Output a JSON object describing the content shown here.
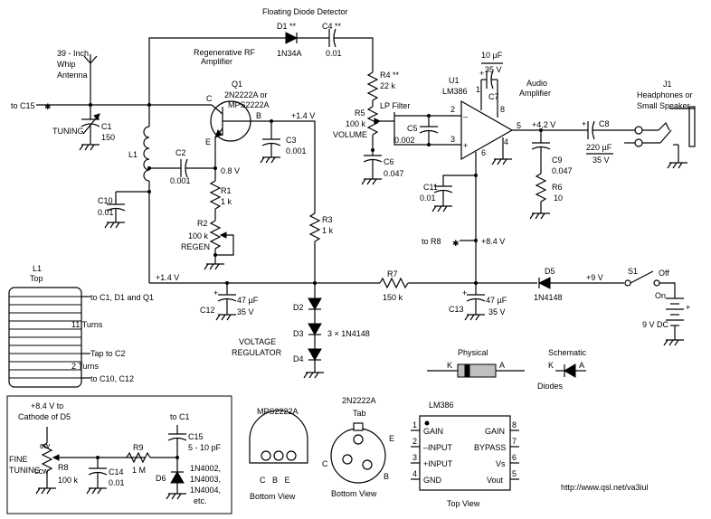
{
  "labels": {
    "floating_detector": "Floating Diode Detector",
    "regen_rf_amp_1": "Regenerative RF",
    "regen_rf_amp_2": "Amplifier",
    "antenna_1": "39 - Inch",
    "antenna_2": "Whip",
    "antenna_3": "Antenna",
    "to_c15": "to C15",
    "c1": "C1",
    "c1_val": "150",
    "tuning": "TUNING",
    "l1": "L1",
    "c10": "C10",
    "c10_val": "0.01",
    "d1": "D1 **",
    "d1_val": "1N34A",
    "c4": "C4 **",
    "c4_val": "0.01",
    "q1": "Q1",
    "q1_part_1": "2N2222A or",
    "q1_part_2": "MPS2222A",
    "pin_c": "C",
    "pin_b": "B",
    "pin_e": "E",
    "c2": "C2",
    "c2_val": "0.001",
    "v_emitter": "0.8 V",
    "r1": "R1",
    "r1_val": "1 k",
    "r2": "R2",
    "r2_val": "100 k",
    "regen": "REGEN",
    "v_base": "+1.4 V",
    "c3": "C3",
    "c3_val": "0.001",
    "r3": "R3",
    "r3_val": "1 k",
    "r4": "R4 **",
    "r4_val": "22 k",
    "lp_filter": "LP Filter",
    "r5": "R5",
    "r5_val": "100 k",
    "volume": "VOLUME",
    "c5": "C5",
    "c5_val": "0.002",
    "c6": "C6",
    "c6_val": "0.047",
    "c7_val": "10 µF",
    "c7_volt": "35 V",
    "c7": "C7",
    "u1": "U1",
    "u1_part": "LM386",
    "audio_amp_1": "Audio",
    "audio_amp_2": "Amplifier",
    "pin1": "1",
    "pin8": "8",
    "pin2": "2",
    "pin3": "3",
    "pin4": "4",
    "pin5": "5",
    "pin6": "6",
    "v_out": "+4.2 V",
    "c8": "C8",
    "c8_val": "220 µF",
    "c8_volt": "35 V",
    "c9": "C9",
    "c9_val": "0.047",
    "r6": "R6",
    "r6_val": "10",
    "c11": "C11",
    "c11_val": "0.01",
    "j1": "J1",
    "j1_desc_1": "Headphones or",
    "j1_desc_2": "Small Speaker",
    "to_r8": "to R8",
    "v_84": "+8.4 V",
    "v_14_bus": "+1.4 V",
    "r7": "R7",
    "r7_val": "150 k",
    "d5": "D5",
    "d5_val": "1N4148",
    "v_9": "+9 V",
    "s1": "S1",
    "off": "Off",
    "on": "On",
    "battery": "9 V DC",
    "c12": "C12",
    "c12_val": "47 µF",
    "c12_volt": "35 V",
    "c13": "C13",
    "c13_val": "47 µF",
    "c13_volt": "35 V",
    "d2": "D2",
    "d3": "D3",
    "d4": "D4",
    "d234_val": "3 × 1N4148",
    "vreg_1": "VOLTAGE",
    "vreg_2": "REGULATOR",
    "coil_title_1": "L1",
    "coil_title_2": "Top",
    "coil_to_c1": "to C1, D1 and Q1",
    "coil_11t": "11 Turns",
    "coil_tap": "Tap to C2",
    "coil_2t": "2 Turns",
    "coil_to_c10": "to C10, C12",
    "physical": "Physical",
    "schematic": "Schematic",
    "diodes": "Diodes",
    "k": "K",
    "a": "A",
    "inset_1": "+8.4 V to",
    "inset_2": "Cathode of D5",
    "cw": "cw",
    "ccw": "ccw",
    "fine_1": "FINE",
    "fine_2": "TUNING",
    "r8": "R8",
    "r8_val": "100 k",
    "r9": "R9",
    "r9_val": "1 M",
    "c14": "C14",
    "c14_val": "0.01",
    "to_c1": "to C1",
    "c15": "C15",
    "c15_val": "5 - 10 pF",
    "d6": "D6",
    "d6_part_1": "1N4002,",
    "d6_part_2": "1N4003,",
    "d6_part_3": "1N4004,",
    "d6_part_4": "etc.",
    "mps_title": "MPS2222A",
    "mps_pins": "C   B   E",
    "bottom_view": "Bottom View",
    "n2222_title": "2N2222A",
    "tab": "Tab",
    "lm386_title": "LM386",
    "lm386_p1": "1",
    "lm386_p2": "2",
    "lm386_p3": "3",
    "lm386_p4": "4",
    "lm386_p5": "5",
    "lm386_p6": "6",
    "lm386_p7": "7",
    "lm386_p8": "8",
    "lm386_gain_l": "GAIN",
    "lm386_minus": "–INPUT",
    "lm386_plus": "+INPUT",
    "lm386_gnd": "GND",
    "lm386_gain_r": "GAIN",
    "lm386_bypass": "BYPASS",
    "lm386_vs": "Vs",
    "lm386_vout": "Vout",
    "top_view": "Top View",
    "url": "http://www.qsl.net/va3iul"
  }
}
